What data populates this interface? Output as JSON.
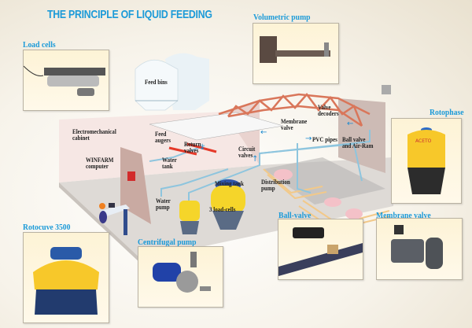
{
  "title": "THE PRINCIPLE OF LIQUID FEEDING",
  "insets": {
    "volumetric_pump": "Volumetric pump",
    "load_cells": "Load cells",
    "rotophase": "Rotophase",
    "rotocuve": "Rotocuve 3500",
    "centrifugal_pump": "Centrifugal pump",
    "ball_valve": "Ball-valve",
    "membrane_valve": "Membrane valve"
  },
  "diagram_labels": {
    "feed_bins": "Feed bins",
    "electromechanical_cabinet_1": "Electromechanical",
    "electromechanical_cabinet_2": "cabinet",
    "winfarm_1": "WINFARM",
    "winfarm_2": "computer",
    "feed_augers_1": "Feed",
    "feed_augers_2": "augers",
    "return_valves_1": "Return",
    "return_valves_2": "valves",
    "water_tank_1": "Water",
    "water_tank_2": "tank",
    "water_pump_1": "Water",
    "water_pump_2": "pump",
    "mixing_tank": "Mixing tank",
    "load_cells_3": "3 load-cells",
    "circuit_valves_1": "Circuit",
    "circuit_valves_2": "valves",
    "distribution_pump_1": "Distribution",
    "distribution_pump_2": "pump",
    "membrane_valve_1": "Membrane",
    "membrane_valve_2": "valve",
    "valve_decoders_1": "Valve",
    "valve_decoders_2": "decoders",
    "pvc_pipes": "PVC pipes",
    "ball_valve_1": "Ball valve",
    "ball_valve_2": "and Air-Ram"
  },
  "brand_logo_text": "ACETO",
  "colors": {
    "title": "#1b9ad8",
    "tank_yellow": "#f5d52a",
    "truss": "#d9765a",
    "pipe": "#8ec5de",
    "arrow": "#1b8ad0"
  }
}
